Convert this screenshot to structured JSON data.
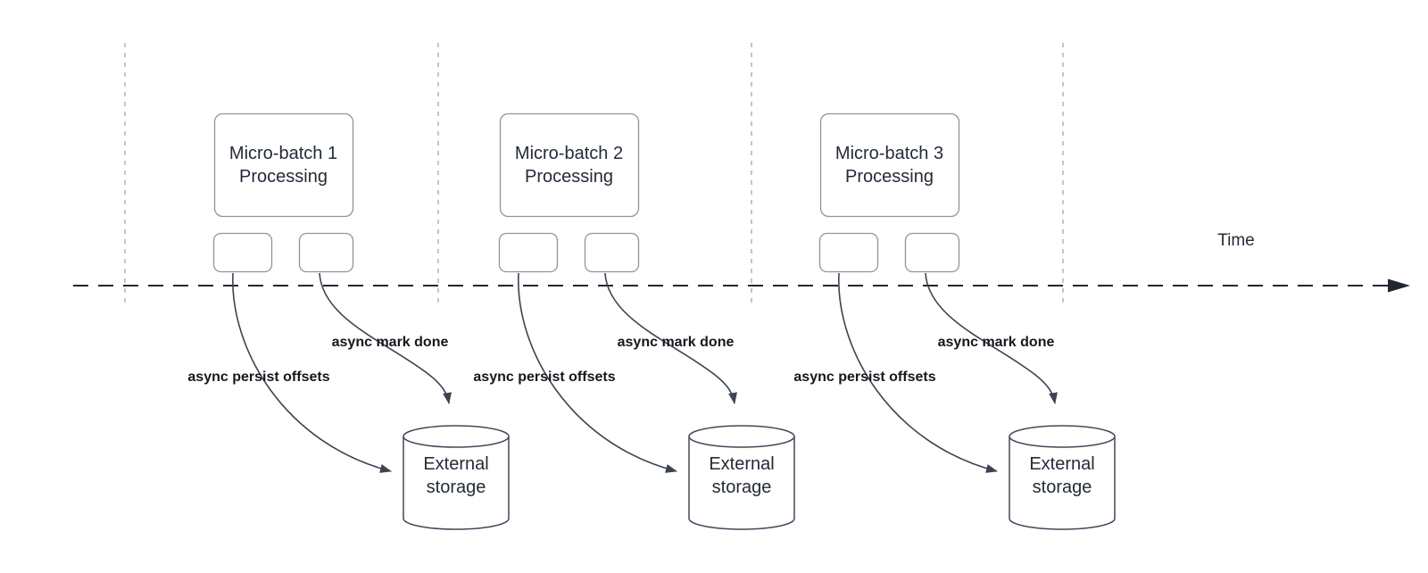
{
  "colors": {
    "bg": "#ffffff",
    "ink": "#242b38",
    "label_ink": "#15181d",
    "box_border": "#8f959e",
    "shape_stroke": "#414957",
    "arrow": "#3c4351",
    "axis": "#21262f",
    "guide": "#b0b3b8"
  },
  "timeline": {
    "label": "Time"
  },
  "icons": {
    "time_axis_arrow": "arrow-right",
    "flow_arrow": "curved-arrow-down"
  },
  "batches": [
    {
      "title_line1": "Micro-batch 1",
      "title_line2": "Processing",
      "persist_label": "async persist offsets",
      "done_label": "async mark done",
      "storage_line1": "External",
      "storage_line2": "storage"
    },
    {
      "title_line1": "Micro-batch 2",
      "title_line2": "Processing",
      "persist_label": "async persist offsets",
      "done_label": "async mark done",
      "storage_line1": "External",
      "storage_line2": "storage"
    },
    {
      "title_line1": "Micro-batch 3",
      "title_line2": "Processing",
      "persist_label": "async persist offsets",
      "done_label": "async mark done",
      "storage_line1": "External",
      "storage_line2": "storage"
    }
  ]
}
